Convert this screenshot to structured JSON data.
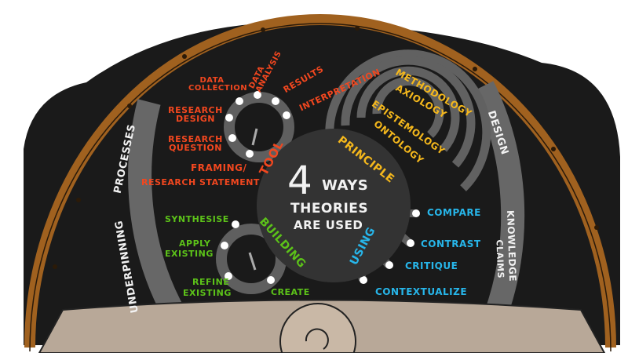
{
  "center": {
    "number": "4",
    "ways": "WAYS",
    "line2": "THEORIES",
    "line3": "ARE USED"
  },
  "categories": {
    "tool": "TOOL",
    "principle": "PRINCIPLE",
    "building": "BUILDING",
    "using": "USING"
  },
  "ring_labels": {
    "underpinning": "UNDERPINNING",
    "processes": "PROCESSES",
    "design": "DESIGN",
    "knowledge": "KNOWLEDGE",
    "claims": "CLAIMS"
  },
  "tool_items": [
    "DATA COLLECTION",
    "DATA ANALYSIS",
    "RESULTS",
    "INTERPRETATION",
    "RESEARCH DESIGN",
    "RESEARCH QUESTION",
    "FRAMING/",
    "RESEARCH STATEMENT"
  ],
  "principle_items": [
    "METHODOLOGY",
    "AXIOLOGY",
    "EPISTEMOLOGY",
    "ONTOLOGY"
  ],
  "building_items": [
    "SYNTHESISE",
    "APPLY",
    "EXISTING",
    "REFINE",
    "EXISTING",
    "CREATE"
  ],
  "using_items": [
    "COMPARE",
    "CONTRAST",
    "CRITIQUE",
    "CONTEXTUALIZE"
  ],
  "colors": {
    "tool": "#f2471f",
    "principle": "#f5b81c",
    "building": "#5cc219",
    "using": "#27b6ea",
    "frame": "#9a5a22",
    "panel": "#1e1e1e",
    "ring": "#6a6a6a"
  }
}
